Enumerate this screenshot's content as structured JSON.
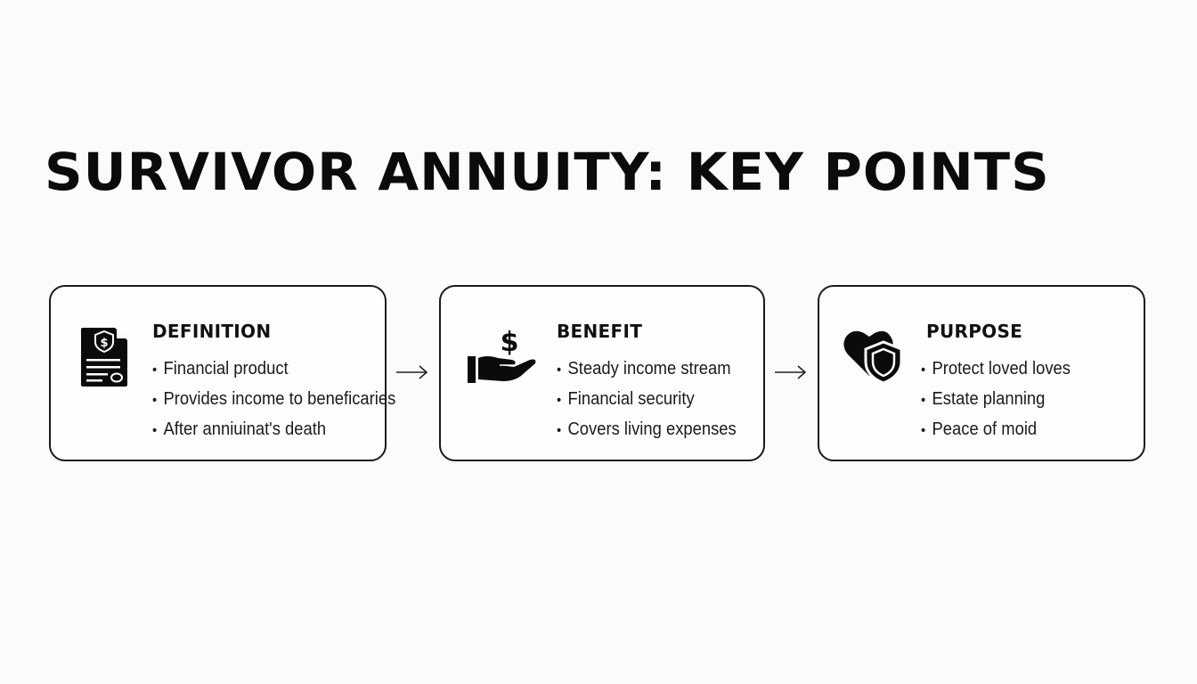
{
  "title": "SURVIVOR ANNUITY: KEY POINTS",
  "cards": [
    {
      "icon": "document-dollar-icon",
      "heading": "DEFINITION",
      "bullets": [
        "Financial product",
        "Provides income to beneficaries",
        "After anniuinat's death"
      ]
    },
    {
      "icon": "hand-dollar-icon",
      "heading": "BENEFIT",
      "bullets": [
        "Steady income stream",
        "Financial security",
        "Covers living expenses"
      ]
    },
    {
      "icon": "heart-shield-icon",
      "heading": "PURPOSE",
      "bullets": [
        "Protect loved loves",
        "Estate planning",
        "Peace of moid"
      ]
    }
  ],
  "connectors": [
    "arrow-right-icon",
    "arrow-right-icon"
  ],
  "colors": {
    "background": "#fbfbfb",
    "ink": "#111111",
    "border": "#1a1a1a"
  }
}
